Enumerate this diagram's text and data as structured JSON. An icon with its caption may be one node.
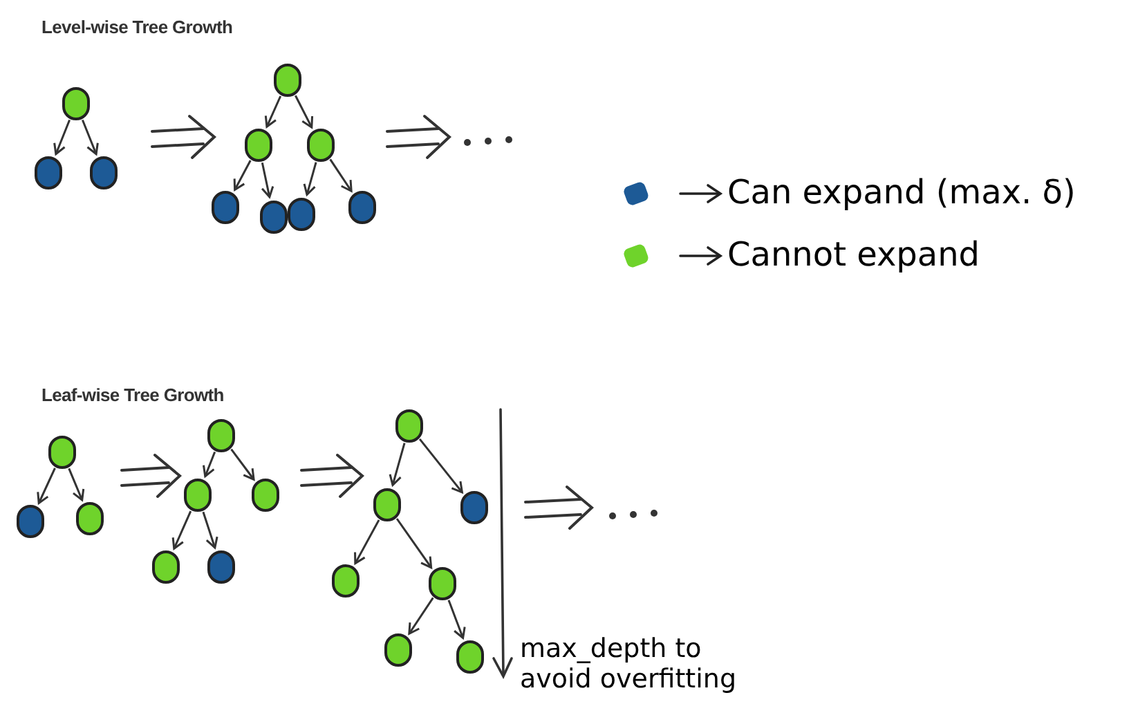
{
  "diagram": {
    "nodes": [
      {
        "text": [],
        "shape": "circle"
      },
      {
        "text": [],
        "shape": "circle"
      },
      {
        "text": [],
        "shape": "circle"
      },
      {
        "text": [],
        "shape": "circle"
      },
      {
        "text": [],
        "shape": "circle"
      },
      {
        "text": [],
        "shape": "circle"
      },
      {
        "text": [],
        "shape": "circle"
      },
      {
        "text": [],
        "shape": "circle"
      },
      {
        "text": [],
        "shape": "circle"
      },
      {
        "text": [],
        "shape": "circle"
      },
      {
        "text": [],
        "shape": "circle"
      },
      {
        "text": [],
        "shape": "circle"
      },
      {
        "text": [],
        "shape": "circle"
      },
      {
        "text": [],
        "shape": "circle"
      },
      {
        "text": [],
        "shape": "circle"
      },
      {
        "text": [],
        "shape": "circle"
      },
      {
        "text": [],
        "shape": "circle"
      },
      {
        "text": [],
        "shape": "circle"
      },
      {
        "text": [],
        "shape": "circle"
      },
      {
        "text": [],
        "shape": "circle"
      },
      {
        "text": [],
        "shape": "circle"
      },
      {
        "text": [],
        "shape": "circle"
      },
      {
        "text": [],
        "shape": "circle"
      },
      {
        "text": [],
        "shape": "circle"
      },
      {
        "text": [],
        "shape": "circle"
      }
    ],
    "edges": [
      {
        "from": 0,
        "to": 1,
        "arrow": "to"
      },
      {
        "from": 0,
        "to": 2,
        "arrow": "to"
      },
      {
        "from": 3,
        "to": 4,
        "arrow": "to"
      },
      {
        "from": 3,
        "to": 5,
        "arrow": "to"
      },
      {
        "from": 4,
        "to": 6,
        "arrow": "to"
      },
      {
        "from": 4,
        "to": 7,
        "arrow": "to"
      },
      {
        "from": 5,
        "to": 8,
        "arrow": "to"
      },
      {
        "from": 5,
        "to": 9,
        "arrow": "to"
      },
      {
        "from": 10,
        "to": 11,
        "arrow": "to"
      },
      {
        "from": 10,
        "to": 12,
        "arrow": "to"
      },
      {
        "from": 13,
        "to": 14,
        "arrow": "to"
      },
      {
        "from": 13,
        "to": 15,
        "arrow": "to"
      },
      {
        "from": 14,
        "to": 16,
        "arrow": "to"
      },
      {
        "from": 14,
        "to": 17,
        "arrow": "to"
      },
      {
        "from": 18,
        "to": 19,
        "arrow": "to"
      },
      {
        "from": 18,
        "to": 20,
        "arrow": "to"
      },
      {
        "from": 19,
        "to": 21,
        "arrow": "to"
      },
      {
        "from": 19,
        "to": 22,
        "arrow": "to"
      },
      {
        "from": 22,
        "to": 23,
        "arrow": "to"
      },
      {
        "from": 22,
        "to": 24,
        "arrow": "to"
      }
    ],
    "labels": [
      "Level-wise Tree Growth",
      "Leaf-wise Tree Growth",
      "max_depth to avoid overfitting"
    ],
    "legend": [
      {
        "text": "Can expand (max. δ)",
        "color": "#1d5a96"
      },
      {
        "text": "Cannot expand",
        "color": "#6fd32b"
      }
    ]
  }
}
